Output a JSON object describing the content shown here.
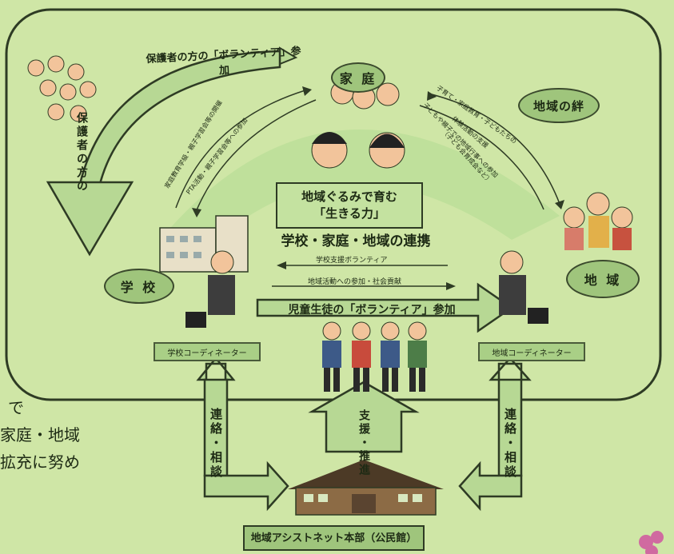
{
  "nodes": {
    "home": "家 庭",
    "bond": "地域の絆",
    "school": "学 校",
    "region": "地 域"
  },
  "banners": {
    "guardian_volunteer": "保護者の方の「ボランティア」参加",
    "student_volunteer": "児童生徒の「ボランティア」参加"
  },
  "center": {
    "line1": "地域ぐるみで育む",
    "line2": "「生きる力」",
    "subtitle": "学校・家庭・地域の連携"
  },
  "arrow_labels": {
    "school_support_volunteer": "学校支援ボランティア",
    "community_participation": "地域活動への参加・社会貢献",
    "left_upper": "家庭教育学級・親子学習会等の開催",
    "left_lower": "PTA活動・親子学習会等への参加",
    "right_upper_1": "子育て・家庭教育・子どもたちの",
    "right_upper_2": "体験活動の支援",
    "right_lower_1": "子どもや親子での地域行事への参加",
    "right_lower_2": "（子ども会育成会など）"
  },
  "coordinators": {
    "school": "学校コーディネーター",
    "region": "地域コーディネーター"
  },
  "lower": {
    "left_contact": "連絡・相談",
    "right_contact": "連絡・相談",
    "support": "支援・推進",
    "hq": "地域アシストネット本部（公民館）"
  },
  "side_text": {
    "line1": "で",
    "line2": "家庭・地域",
    "line3": "拡充に努め"
  },
  "colors": {
    "background": "#cfe6a6",
    "arrow_fill": "#b7d894",
    "outline": "#2e3b24"
  }
}
